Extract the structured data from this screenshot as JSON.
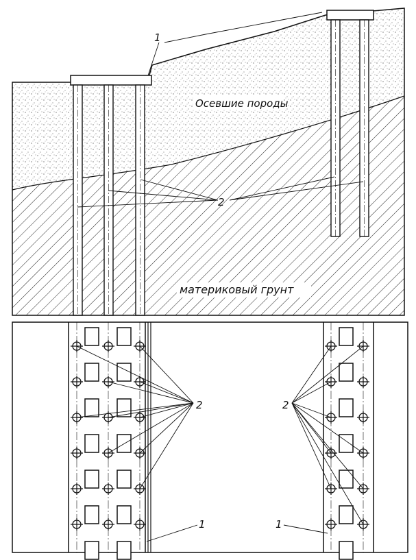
{
  "section_view": {
    "label_cap": "1",
    "label_settled": "Осевшие породы",
    "label_piles": "2",
    "label_native": "материковый грунт"
  },
  "plan_view": {
    "label_piles_left": "2",
    "label_piles_right": "2",
    "label_cap_left": "1",
    "label_cap_right": "1"
  },
  "colors": {
    "ink": "#111111",
    "paper": "#ffffff"
  }
}
